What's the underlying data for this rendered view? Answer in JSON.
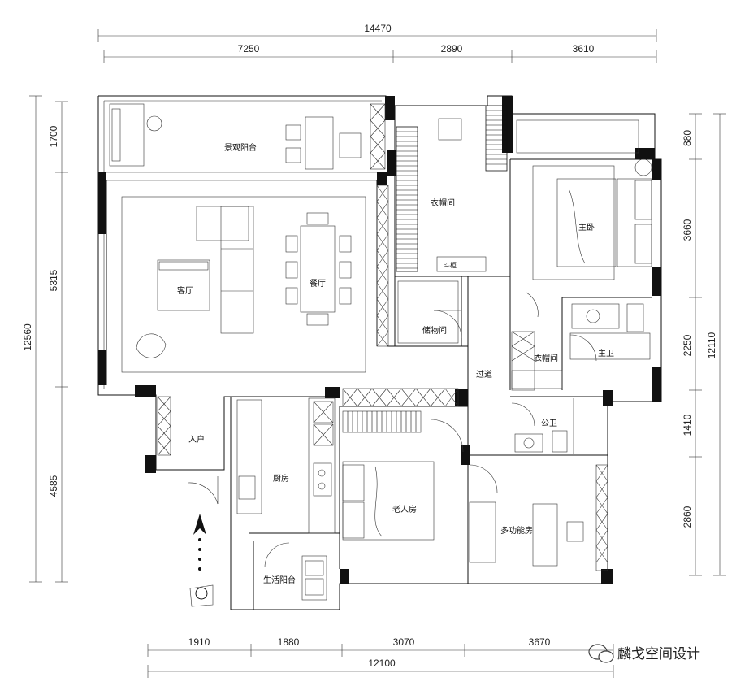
{
  "dimensions": {
    "top_total": "14470",
    "top_segments": [
      "7250",
      "2890",
      "3610"
    ],
    "left_total": "12560",
    "left_segments": [
      "1700",
      "5315",
      "4585"
    ],
    "right_total": "12110",
    "right_segments": [
      "880",
      "3660",
      "2250",
      "1410",
      "2860"
    ],
    "bottom_total": "12100",
    "bottom_segments": [
      "1910",
      "1880",
      "3070",
      "3670"
    ]
  },
  "rooms": {
    "balcony": "景观阳台",
    "cloakroom": "衣帽间",
    "master_bedroom": "主卧",
    "living_room": "客厅",
    "dining_room": "餐厅",
    "storage": "储物间",
    "corridor": "过道",
    "cloakroom2": "衣帽间",
    "master_bath": "主卫",
    "public_bath": "公卫",
    "entrance": "入户",
    "kitchen": "厨房",
    "elder_room": "老人房",
    "multi_room": "多功能房",
    "utility_balcony": "生活阳台",
    "bench": "斗柜"
  },
  "watermark": "麟戈空间设计"
}
